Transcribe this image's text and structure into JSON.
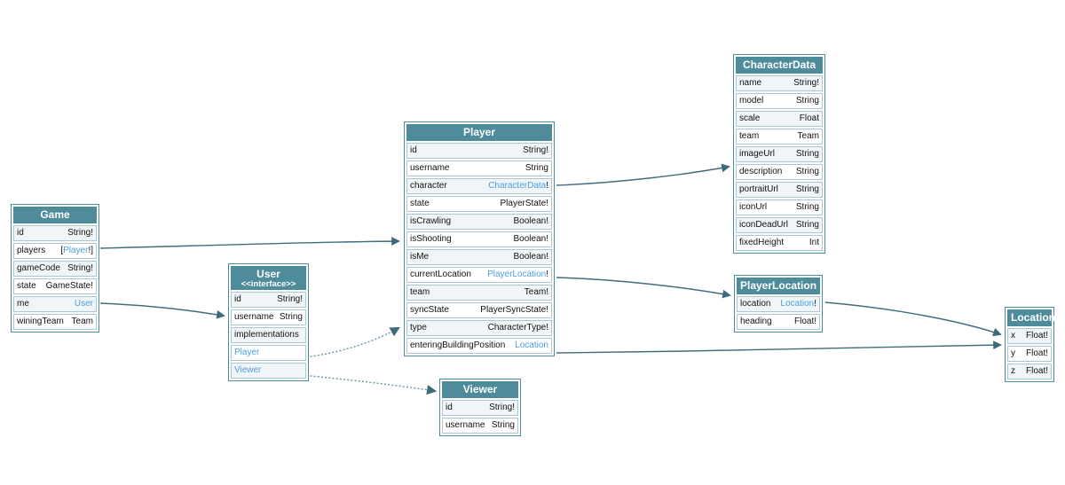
{
  "colors": {
    "header_bg": "#4e8c9c",
    "type_link": "#4b9fdf",
    "arrow": "#3e6e7d"
  },
  "diagram": {
    "entities": [
      {
        "id": "game",
        "title": "Game",
        "stereotype": "",
        "fields": [
          {
            "name": "id",
            "type": "String!"
          },
          {
            "name": "players",
            "type": "[Player!]",
            "link": "Player"
          },
          {
            "name": "gameCode",
            "type": "String!"
          },
          {
            "name": "state",
            "type": "GameState!"
          },
          {
            "name": "me",
            "type": "User",
            "link": "User"
          },
          {
            "name": "winingTeam",
            "type": "Team"
          }
        ]
      },
      {
        "id": "user",
        "title": "User",
        "stereotype": "<<interface>>",
        "fields": [
          {
            "name": "id",
            "type": "String!"
          },
          {
            "name": "username",
            "type": "String"
          },
          {
            "name": "implementations"
          },
          {
            "name": "Player",
            "name_link": true
          },
          {
            "name": "Viewer",
            "name_link": true
          }
        ]
      },
      {
        "id": "player",
        "title": "Player",
        "stereotype": "",
        "fields": [
          {
            "name": "id",
            "type": "String!"
          },
          {
            "name": "username",
            "type": "String"
          },
          {
            "name": "character",
            "type": "CharacterData!",
            "link": "CharacterData"
          },
          {
            "name": "state",
            "type": "PlayerState!"
          },
          {
            "name": "isCrawling",
            "type": "Boolean!"
          },
          {
            "name": "isShooting",
            "type": "Boolean!"
          },
          {
            "name": "isMe",
            "type": "Boolean!"
          },
          {
            "name": "currentLocation",
            "type": "PlayerLocation!",
            "link": "PlayerLocation"
          },
          {
            "name": "team",
            "type": "Team!"
          },
          {
            "name": "syncState",
            "type": "PlayerSyncState!"
          },
          {
            "name": "type",
            "type": "CharacterType!"
          },
          {
            "name": "enteringBuildingPosition",
            "type": "Location",
            "link": "Location"
          }
        ]
      },
      {
        "id": "viewer",
        "title": "Viewer",
        "stereotype": "",
        "fields": [
          {
            "name": "id",
            "type": "String!"
          },
          {
            "name": "username",
            "type": "String"
          }
        ]
      },
      {
        "id": "characterdata",
        "title": "CharacterData",
        "stereotype": "",
        "fields": [
          {
            "name": "name",
            "type": "String!"
          },
          {
            "name": "model",
            "type": "String"
          },
          {
            "name": "scale",
            "type": "Float"
          },
          {
            "name": "team",
            "type": "Team"
          },
          {
            "name": "imageUrl",
            "type": "String"
          },
          {
            "name": "description",
            "type": "String"
          },
          {
            "name": "portraitUrl",
            "type": "String"
          },
          {
            "name": "iconUrl",
            "type": "String"
          },
          {
            "name": "iconDeadUrl",
            "type": "String"
          },
          {
            "name": "fixedHeight",
            "type": "Int"
          }
        ]
      },
      {
        "id": "playerlocation",
        "title": "PlayerLocation",
        "stereotype": "",
        "fields": [
          {
            "name": "location",
            "type": "Location!",
            "link": "Location"
          },
          {
            "name": "heading",
            "type": "Float!"
          }
        ]
      },
      {
        "id": "location",
        "title": "Location",
        "stereotype": "",
        "fields": [
          {
            "name": "x",
            "type": "Float!"
          },
          {
            "name": "y",
            "type": "Float!"
          },
          {
            "name": "z",
            "type": "Float!"
          }
        ]
      }
    ],
    "edges": [
      {
        "from": "Game.players",
        "to": "Player",
        "style": "solid"
      },
      {
        "from": "Game.me",
        "to": "User",
        "style": "solid"
      },
      {
        "from": "User.Player",
        "to": "Player",
        "style": "dotted"
      },
      {
        "from": "User.Viewer",
        "to": "Viewer",
        "style": "dotted"
      },
      {
        "from": "Player.character",
        "to": "CharacterData",
        "style": "solid"
      },
      {
        "from": "Player.currentLocation",
        "to": "PlayerLocation",
        "style": "solid"
      },
      {
        "from": "Player.enteringBuildingPosition",
        "to": "Location",
        "style": "solid"
      },
      {
        "from": "PlayerLocation.location",
        "to": "Location",
        "style": "solid"
      }
    ]
  }
}
